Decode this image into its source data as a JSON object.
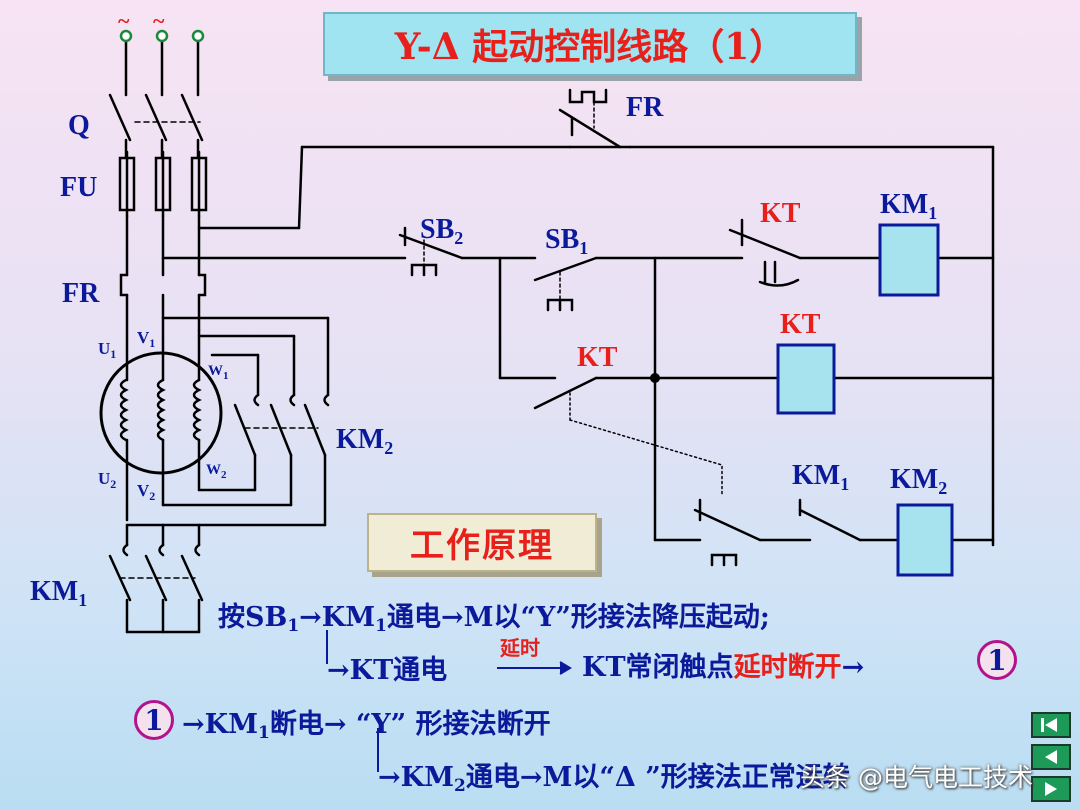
{
  "title": "Y-Δ 起动控制线路（1）",
  "subtitle": "工作原理",
  "labels": {
    "Q": "Q",
    "FU": "FU",
    "FR_main": "FR",
    "FR_top": "FR",
    "KM1_main": "KM",
    "KM2_main": "KM",
    "SB2": "SB",
    "SB1": "SB",
    "KT_nc": "KT",
    "KT_coil": "KT",
    "KT_no": "KT",
    "KM1_coil": "KM",
    "KM1_contact": "KM",
    "KM2_coil": "KM",
    "U1": "U",
    "V1": "V",
    "W1": "W",
    "U2": "U",
    "V2": "V",
    "W2": "W",
    "tilde": "~",
    "sub1": "1",
    "sub2": "2"
  },
  "principle": {
    "line1": {
      "pre": "按SB",
      "s1": "1",
      "a": "→KM",
      "s2": "1",
      "b": "通电→M以“Y”形接法降压起动;"
    },
    "line2": {
      "a": "→KT通电",
      "delay": "延时",
      "b": "KT常闭触点",
      "red": "延时断开",
      "arrow": "→"
    },
    "line3": {
      "a": "→KM",
      "s": "1",
      "b": "断电→  “Y” 形接法断开"
    },
    "line4": {
      "a": "→KM",
      "s": "2",
      "b": "通电→M以“Δ ”形接法正常运转"
    },
    "circle": "1"
  },
  "watermark": "头条 @电气电工技术",
  "colors": {
    "wire": "#000000",
    "coil": "#a6e3ef",
    "text": "#0a1a9a",
    "accent": "#e8201c",
    "nav": "#1d9a58"
  },
  "nav": [
    "first-icon",
    "prev-icon",
    "next-icon"
  ]
}
